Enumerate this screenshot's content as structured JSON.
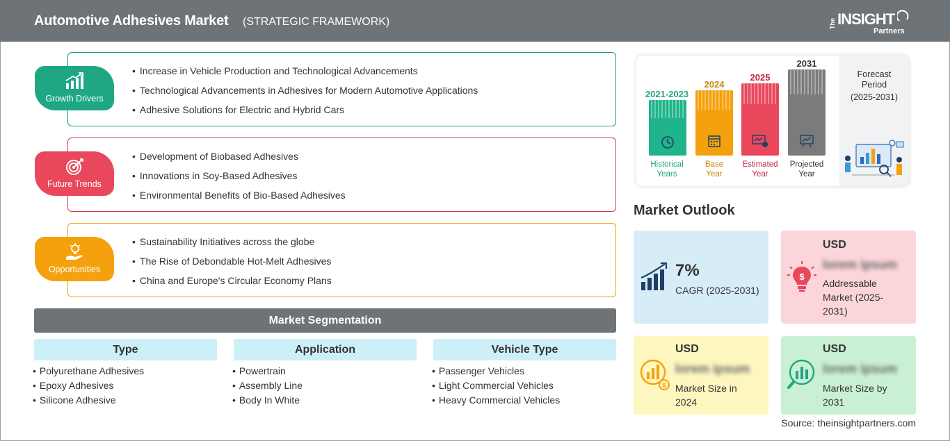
{
  "header": {
    "title": "Automotive Adhesives Market",
    "subtitle": "(STRATEGIC FRAMEWORK)",
    "logo": {
      "the": "The",
      "insight": "INSIGHT",
      "partners": "Partners"
    }
  },
  "drivers": {
    "label": "Growth Drivers",
    "items": [
      "Increase in Vehicle Production and Technological Advancements",
      "Technological Advancements in Adhesives for Modern Automotive Applications",
      "Adhesive Solutions for Electric and Hybrid Cars"
    ]
  },
  "trends": {
    "label": "Future Trends",
    "items": [
      "Development of Biobased Adhesives",
      "Innovations in Soy-Based Adhesives",
      "Environmental Benefits of Bio-Based Adhesives"
    ]
  },
  "opportunities": {
    "label": "Opportunities",
    "items": [
      "Sustainability Initiatives across the globe",
      "The Rise of Debondable Hot-Melt Adhesives",
      "China and Europe's Circular Economy Plans"
    ]
  },
  "segmentation": {
    "title": "Market Segmentation",
    "columns": [
      {
        "head": "Type",
        "items": [
          "Polyurethane Adhesives",
          "Epoxy Adhesives",
          "Silicone Adhesive"
        ]
      },
      {
        "head": "Application",
        "items": [
          "Powertrain",
          "Assembly Line",
          "Body In White"
        ]
      },
      {
        "head": "Vehicle Type",
        "items": [
          "Passenger Vehicles",
          "Light Commercial Vehicles",
          "Heavy Commercial Vehicles"
        ]
      }
    ]
  },
  "timeline": {
    "periods": [
      {
        "year": "2021-2023",
        "cap1": "Historical",
        "cap2": "Years",
        "color": "#1fb48a"
      },
      {
        "year": "2024",
        "cap1": "Base",
        "cap2": "Year",
        "color": "#f5a10d"
      },
      {
        "year": "2025",
        "cap1": "Estimated",
        "cap2": "Year",
        "color": "#e8475c"
      },
      {
        "year": "2031",
        "cap1": "Projected",
        "cap2": "Year",
        "color": "#7b7b7b"
      }
    ],
    "forecast": {
      "line1": "Forecast",
      "line2": "Period",
      "line3": "(2025-2031)"
    }
  },
  "outlook": {
    "title": "Market Outlook",
    "cagr": {
      "value": "7%",
      "label": "CAGR (2025-2031)"
    },
    "addressable": {
      "usd": "USD",
      "value": "lorem ipsum",
      "l1": "Addressable",
      "l2": "Market (2025-",
      "l3": "2031)"
    },
    "size2024": {
      "usd": "USD",
      "value": "lorem ipsum",
      "l1": "Market Size in",
      "l2": "2024"
    },
    "size2031": {
      "usd": "USD",
      "value": "lorem ipsum",
      "l1": "Market Size by",
      "l2": "2031"
    }
  },
  "source": "Source: theinsightpartners.com",
  "colors": {
    "green": "#1fa783",
    "red": "#e8475c",
    "orange": "#f5a10d",
    "header": "#6e7378",
    "navy": "#1f3f66"
  }
}
